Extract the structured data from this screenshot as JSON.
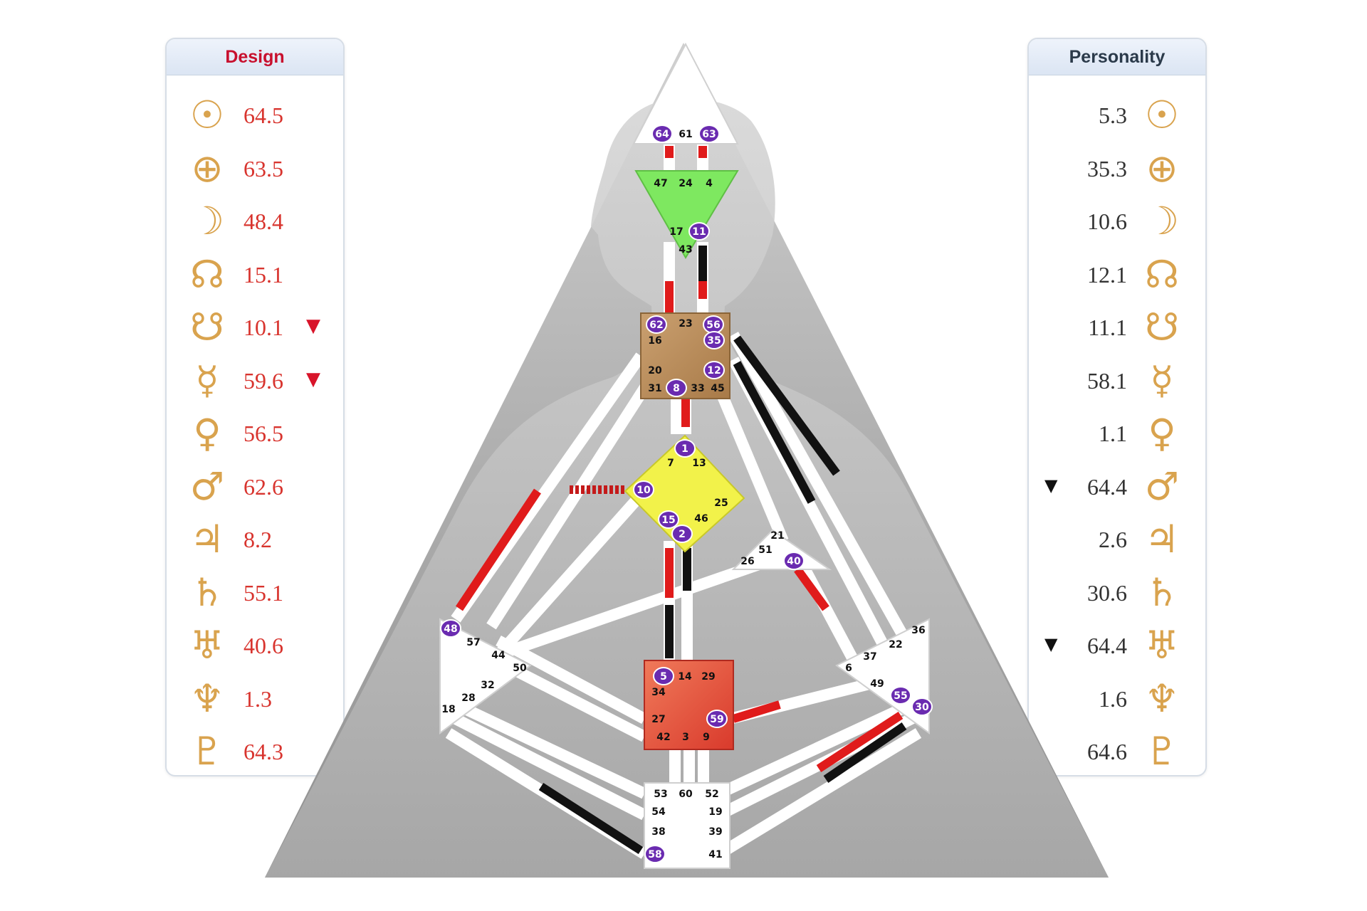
{
  "design": {
    "title": "Design",
    "rows": [
      {
        "planet": "sun-icon",
        "glyph": "☉",
        "value": "64.5",
        "marker": ""
      },
      {
        "planet": "earth-icon",
        "glyph": "⊕",
        "value": "63.5",
        "marker": ""
      },
      {
        "planet": "moon-icon",
        "glyph": "☽",
        "value": "48.4",
        "marker": ""
      },
      {
        "planet": "north-node-icon",
        "glyph": "☊",
        "value": "15.1",
        "marker": ""
      },
      {
        "planet": "south-node-icon",
        "glyph": "☋",
        "value": "10.1",
        "marker": "▼"
      },
      {
        "planet": "mercury-icon",
        "glyph": "☿",
        "value": "59.6",
        "marker": "▼"
      },
      {
        "planet": "venus-icon",
        "glyph": "♀",
        "value": "56.5",
        "marker": ""
      },
      {
        "planet": "mars-icon",
        "glyph": "♂",
        "value": "62.6",
        "marker": ""
      },
      {
        "planet": "jupiter-icon",
        "glyph": "♃",
        "value": "8.2",
        "marker": ""
      },
      {
        "planet": "saturn-icon",
        "glyph": "♄",
        "value": "55.1",
        "marker": ""
      },
      {
        "planet": "uranus-icon",
        "glyph": "♅",
        "value": "40.6",
        "marker": ""
      },
      {
        "planet": "neptune-icon",
        "glyph": "♆",
        "value": "1.3",
        "marker": ""
      },
      {
        "planet": "pluto-icon",
        "glyph": "♇",
        "value": "64.3",
        "marker": ""
      }
    ]
  },
  "personality": {
    "title": "Personality",
    "rows": [
      {
        "planet": "sun-icon",
        "glyph": "☉",
        "value": "5.3",
        "marker": ""
      },
      {
        "planet": "earth-icon",
        "glyph": "⊕",
        "value": "35.3",
        "marker": ""
      },
      {
        "planet": "moon-icon",
        "glyph": "☽",
        "value": "10.6",
        "marker": ""
      },
      {
        "planet": "north-node-icon",
        "glyph": "☊",
        "value": "12.1",
        "marker": ""
      },
      {
        "planet": "south-node-icon",
        "glyph": "☋",
        "value": "11.1",
        "marker": ""
      },
      {
        "planet": "mercury-icon",
        "glyph": "☿",
        "value": "58.1",
        "marker": ""
      },
      {
        "planet": "venus-icon",
        "glyph": "♀",
        "value": "1.1",
        "marker": ""
      },
      {
        "planet": "mars-icon",
        "glyph": "♂",
        "value": "64.4",
        "marker": "▼"
      },
      {
        "planet": "jupiter-icon",
        "glyph": "♃",
        "value": "2.6",
        "marker": ""
      },
      {
        "planet": "saturn-icon",
        "glyph": "♄",
        "value": "30.6",
        "marker": ""
      },
      {
        "planet": "uranus-icon",
        "glyph": "♅",
        "value": "64.4",
        "marker": "▼"
      },
      {
        "planet": "neptune-icon",
        "glyph": "♆",
        "value": "1.6",
        "marker": ""
      },
      {
        "planet": "pluto-icon",
        "glyph": "♇",
        "value": "64.6",
        "marker": ""
      }
    ]
  },
  "colors": {
    "design": "#d8342e",
    "personality": "#1a1a1a",
    "glyph": "#d9a34e",
    "head_center": "#ffffff",
    "ajna_center": "#7ee860",
    "throat_center": "#b98a56",
    "g_center": "#f2f24a",
    "sacral_center": "#e04a3a",
    "activated_gate": "#6a2bb0"
  },
  "bodygraph": {
    "centers": {
      "head": {
        "gates": [
          {
            "n": "64",
            "active": true
          },
          {
            "n": "61",
            "active": false
          },
          {
            "n": "63",
            "active": true
          }
        ]
      },
      "ajna": {
        "gates": [
          {
            "n": "47",
            "active": false
          },
          {
            "n": "24",
            "active": false
          },
          {
            "n": "4",
            "active": false
          },
          {
            "n": "17",
            "active": false
          },
          {
            "n": "11",
            "active": true
          },
          {
            "n": "43",
            "active": false
          }
        ]
      },
      "throat": {
        "gates": [
          {
            "n": "62",
            "active": true
          },
          {
            "n": "23",
            "active": false
          },
          {
            "n": "56",
            "active": true
          },
          {
            "n": "16",
            "active": false
          },
          {
            "n": "35",
            "active": true
          },
          {
            "n": "20",
            "active": false
          },
          {
            "n": "12",
            "active": true
          },
          {
            "n": "31",
            "active": false
          },
          {
            "n": "8",
            "active": true
          },
          {
            "n": "33",
            "active": false
          },
          {
            "n": "45",
            "active": false
          }
        ]
      },
      "g": {
        "gates": [
          {
            "n": "1",
            "active": true
          },
          {
            "n": "7",
            "active": false
          },
          {
            "n": "13",
            "active": false
          },
          {
            "n": "10",
            "active": true
          },
          {
            "n": "25",
            "active": false
          },
          {
            "n": "15",
            "active": true
          },
          {
            "n": "46",
            "active": false
          },
          {
            "n": "2",
            "active": true
          }
        ]
      },
      "heart": {
        "gates": [
          {
            "n": "21",
            "active": false
          },
          {
            "n": "51",
            "active": false
          },
          {
            "n": "26",
            "active": false
          },
          {
            "n": "40",
            "active": true
          }
        ]
      },
      "spleen": {
        "gates": [
          {
            "n": "48",
            "active": true
          },
          {
            "n": "57",
            "active": false
          },
          {
            "n": "44",
            "active": false
          },
          {
            "n": "50",
            "active": false
          },
          {
            "n": "32",
            "active": false
          },
          {
            "n": "28",
            "active": false
          },
          {
            "n": "18",
            "active": false
          }
        ]
      },
      "solar_plexus": {
        "gates": [
          {
            "n": "36",
            "active": false
          },
          {
            "n": "22",
            "active": false
          },
          {
            "n": "37",
            "active": false
          },
          {
            "n": "6",
            "active": false
          },
          {
            "n": "49",
            "active": false
          },
          {
            "n": "55",
            "active": true
          },
          {
            "n": "30",
            "active": true
          }
        ]
      },
      "sacral": {
        "gates": [
          {
            "n": "5",
            "active": true
          },
          {
            "n": "14",
            "active": false
          },
          {
            "n": "29",
            "active": false
          },
          {
            "n": "34",
            "active": false
          },
          {
            "n": "27",
            "active": false
          },
          {
            "n": "59",
            "active": true
          },
          {
            "n": "42",
            "active": false
          },
          {
            "n": "3",
            "active": false
          },
          {
            "n": "9",
            "active": false
          }
        ]
      },
      "root": {
        "gates": [
          {
            "n": "53",
            "active": false
          },
          {
            "n": "60",
            "active": false
          },
          {
            "n": "52",
            "active": false
          },
          {
            "n": "54",
            "active": false
          },
          {
            "n": "19",
            "active": false
          },
          {
            "n": "38",
            "active": false
          },
          {
            "n": "39",
            "active": false
          },
          {
            "n": "58",
            "active": true
          },
          {
            "n": "41",
            "active": false
          }
        ]
      }
    }
  }
}
